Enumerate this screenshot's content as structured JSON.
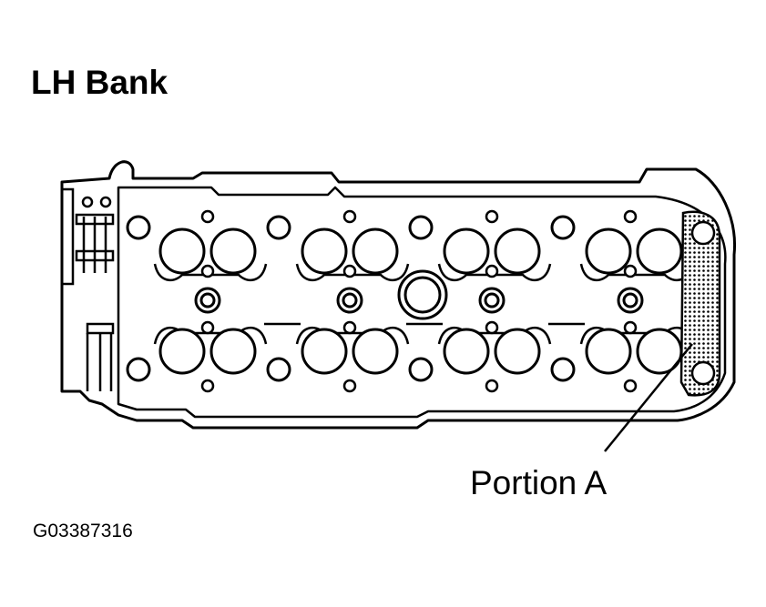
{
  "title": "LH Bank",
  "callout_label": "Portion A",
  "figure_id": "G03387316",
  "colors": {
    "line": "#000000",
    "background": "#ffffff"
  }
}
